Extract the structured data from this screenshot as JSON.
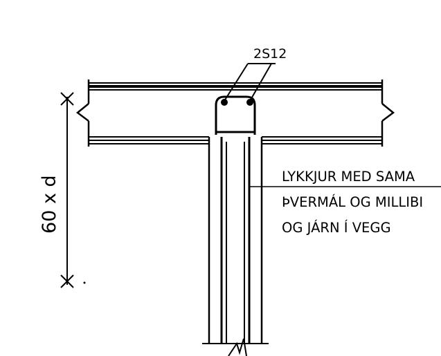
{
  "bar_label": "2S12",
  "dimension_label": "60 x d",
  "note_lines": [
    "LYKKJUR MED SAMA",
    "ÞVERMÁL OG MILLIBI",
    "OG JÁRN Í VEGG"
  ]
}
